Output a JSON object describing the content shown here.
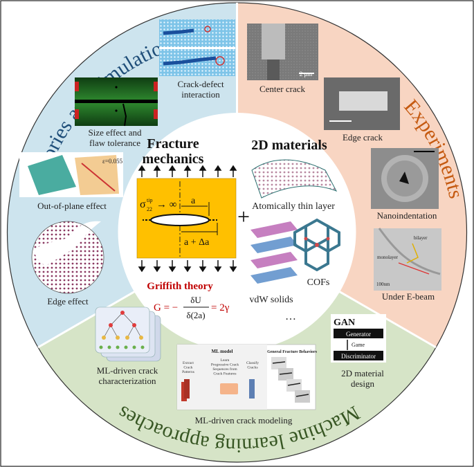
{
  "figure": {
    "colors": {
      "theory": "#cde4ee",
      "experiments": "#f8d5c2",
      "ml": "#d6e4c7",
      "center": "#ffffff",
      "griffith": "#ffc000",
      "griffith_title": "#c00000",
      "theory_title": "#1f4e79",
      "experiments_title": "#c55a11",
      "ml_title": "#375623"
    },
    "sections": {
      "theory_title": "Theories and simulations",
      "experiments_title": "Experiments",
      "ml_title": "Machine learning approaches"
    },
    "theory_items": {
      "crack_defect": "Crack-defect\ninteraction",
      "size_effect": "Size effect and\nflaw tolerance",
      "out_of_plane": "Out-of-plane effect",
      "edge_effect": "Edge effect",
      "out_of_plane_inset": "ε=0.055"
    },
    "experiment_items": {
      "center_crack": "Center crack",
      "edge_crack": "Edge crack",
      "nanoindentation": "Nanoindentation",
      "under_ebeam": "Under E-beam",
      "scale_bar": "2 μm",
      "ebeam_labels": {
        "bilayer": "bilayer",
        "monolayer": "monolayer",
        "scale": "100nm"
      }
    },
    "ml_items": {
      "ml_characterization": "ML-driven crack\ncharacterization",
      "ml_modeling": "ML-driven crack modeling",
      "material_design": "2D material\ndesign",
      "gan": {
        "title": "GAN",
        "generator": "Generator",
        "game": "Game",
        "discriminator": "Discriminator"
      },
      "model_panel": {
        "title": "ML model",
        "step1": "Extract\nCrack\nPatterns",
        "step2": "Learn\nProgressive Crack\nSequences from\nCrack Features",
        "step3": "Classify\nCracks",
        "behaviors_title": "General Fracture Behaviors"
      }
    },
    "center": {
      "fracture_title": "Fracture\nmechanics",
      "materials_title": "2D materials",
      "plus": "+",
      "sigma_label": "σ",
      "sigma_sup": "tip",
      "sigma_sub": "22",
      "sigma_rest": "→ ∞",
      "a_label": "a",
      "a_plus": "a + Δa",
      "griffith_title": "Griffith theory",
      "griffith_eq_left": "G = −",
      "griffith_eq_num": "δU",
      "griffith_eq_den": "δ(2a)",
      "griffith_eq_right": "= 2γ",
      "atomically_thin": "Atomically thin layer",
      "vdw": "vdW solids",
      "cofs": "COFs",
      "ellipsis": "…"
    }
  }
}
